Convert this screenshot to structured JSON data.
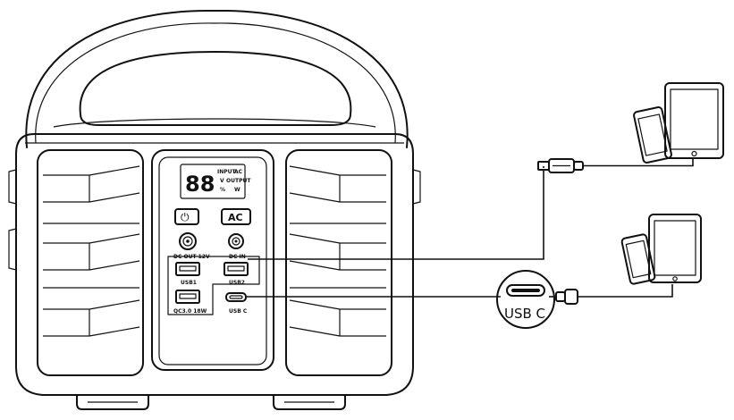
{
  "panel": {
    "display_digits": "88",
    "display_legend": [
      "INPUT",
      "AC",
      "V",
      "OUTPUT",
      "%",
      "W"
    ],
    "power_button_symbol": "⏻",
    "ac_button": "AC",
    "dc_out_label": "DC OUT 12V",
    "dc_in_label": "DC IN",
    "usb1_label": "USB1",
    "usb2_label": "USB2",
    "qc_label": "QC3.0 18W",
    "usbc_label": "USB C"
  },
  "callout": {
    "usbc_label": "USB C"
  },
  "icons": {
    "tablet_top": "tablet-icon",
    "phone_top": "phone-icon",
    "tablet_bottom": "tablet-icon",
    "phone_bottom": "phone-icon",
    "usb_plug": "usb-a-plug-icon",
    "usbc_plug": "usb-c-plug-icon"
  }
}
